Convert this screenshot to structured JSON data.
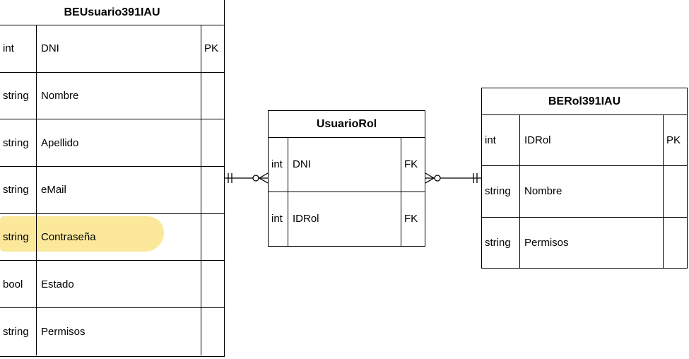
{
  "highlight_color": "#f9e07a",
  "tables": {
    "usuario": {
      "title": "BEUsuario391IAU",
      "rows": [
        {
          "type": "int",
          "name": "DNI",
          "key": "PK"
        },
        {
          "type": "string",
          "name": "Nombre",
          "key": ""
        },
        {
          "type": "string",
          "name": "Apellido",
          "key": ""
        },
        {
          "type": "string",
          "name": "eMail",
          "key": ""
        },
        {
          "type": "string",
          "name": "Contraseña",
          "key": ""
        },
        {
          "type": "bool",
          "name": "Estado",
          "key": ""
        },
        {
          "type": "string",
          "name": "Permisos",
          "key": ""
        }
      ]
    },
    "usuariorol": {
      "title": "UsuarioRol",
      "rows": [
        {
          "type": "int",
          "name": "DNI",
          "key": "FK"
        },
        {
          "type": "int",
          "name": "IDRol",
          "key": "FK"
        }
      ]
    },
    "rol": {
      "title": "BERol391IAU",
      "rows": [
        {
          "type": "int",
          "name": "IDRol",
          "key": "PK"
        },
        {
          "type": "string",
          "name": "Nombre",
          "key": ""
        },
        {
          "type": "string",
          "name": "Permisos",
          "key": ""
        }
      ]
    }
  },
  "relationships": [
    {
      "from": "BEUsuario391IAU",
      "to": "UsuarioRol",
      "from_cardinality": "one-and-only-one",
      "to_cardinality": "zero-or-many"
    },
    {
      "from": "BERol391IAU",
      "to": "UsuarioRol",
      "from_cardinality": "one-and-only-one",
      "to_cardinality": "zero-or-many"
    }
  ]
}
